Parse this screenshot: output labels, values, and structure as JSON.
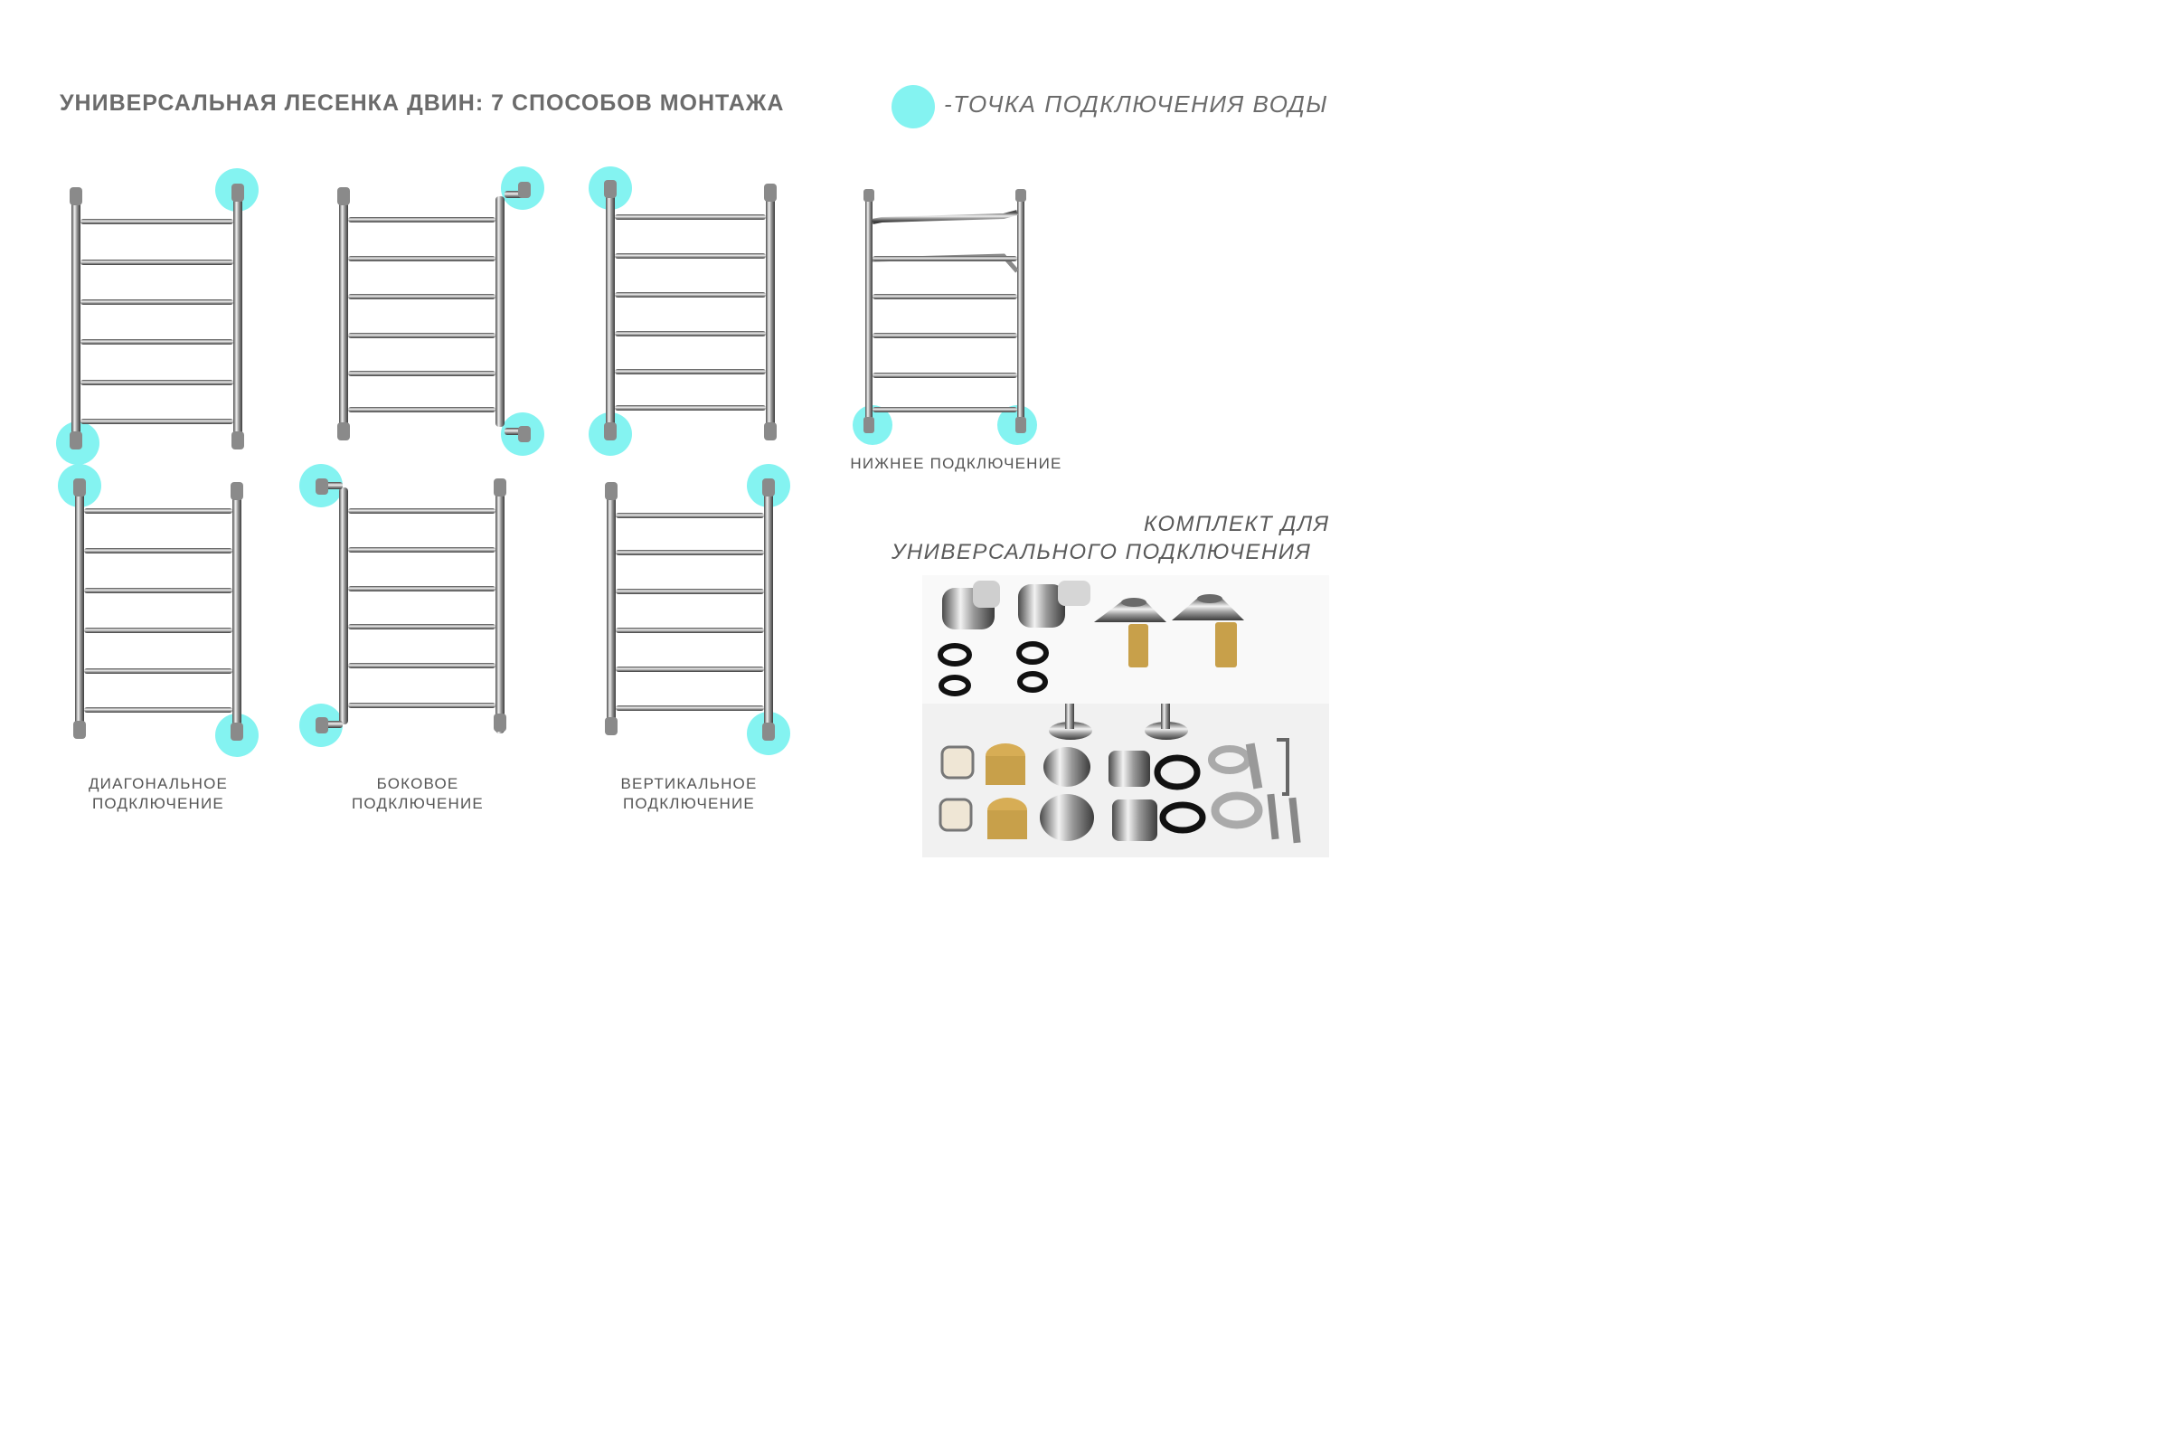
{
  "header": {
    "title": "УНИВЕРСАЛЬНАЯ ЛЕСЕНКА ДВИН: 7 СПОСОБОВ МОНТАЖА",
    "legend_text": "-ТОЧКА ПОДКЛЮЧЕНИЯ ВОДЫ",
    "legend_color": "#84f3f1"
  },
  "captions": {
    "bottom": "НИЖНЕЕ ПОДКЛЮЧЕНИЕ",
    "diagonal_line1": "ДИАГОНАЛЬНОЕ",
    "diagonal_line2": "ПОДКЛЮЧЕНИЕ",
    "side_line1": "БОКОВОЕ",
    "side_line2": "ПОДКЛЮЧЕНИЕ",
    "vertical_line1": "ВЕРТИКАЛЬНОЕ",
    "vertical_line2": "ПОДКЛЮЧЕНИЕ"
  },
  "kit": {
    "title_line1": "КОМПЛЕКТ ДЛЯ",
    "title_line2": "УНИВЕРСАЛЬНОГО ПОДКЛЮЧЕНИЯ"
  },
  "colors": {
    "chrome_dark": "#5a5a5a",
    "chrome_light": "#e8e8e8",
    "connection_point": "#84f3f1",
    "brass": "#c8a04a"
  }
}
